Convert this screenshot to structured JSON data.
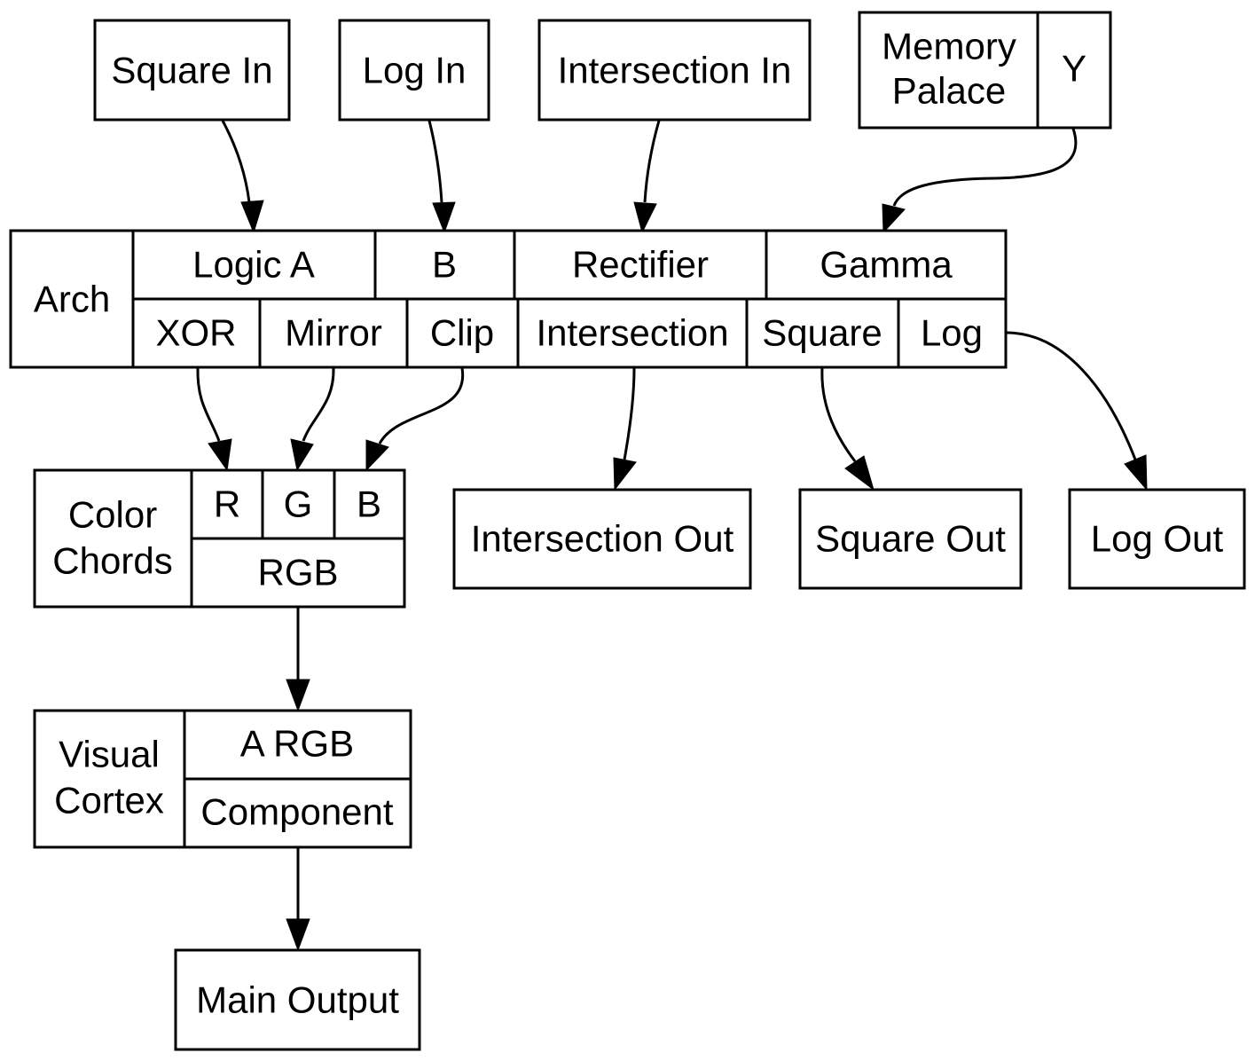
{
  "nodes": {
    "square_in": "Square In",
    "log_in": "Log In",
    "intersection_in": "Intersection In",
    "memory_palace": {
      "name_line1": "Memory",
      "name_line2": "Palace",
      "port_y": "Y"
    },
    "arch": {
      "name": "Arch",
      "inputs": {
        "logic_a": "Logic A",
        "b": "B",
        "rectifier": "Rectifier",
        "gamma": "Gamma"
      },
      "outputs": {
        "xor": "XOR",
        "mirror": "Mirror",
        "clip": "Clip",
        "intersection": "Intersection",
        "square": "Square",
        "log": "Log"
      }
    },
    "color_chords": {
      "name_line1": "Color",
      "name_line2": "Chords",
      "inputs": {
        "r": "R",
        "g": "G",
        "b": "B"
      },
      "output_rgb": "RGB"
    },
    "intersection_out": "Intersection Out",
    "square_out": "Square Out",
    "log_out": "Log Out",
    "visual_cortex": {
      "name_line1": "Visual",
      "name_line2": "Cortex",
      "input_a_rgb": "A RGB",
      "output_component": "Component"
    },
    "main_output": "Main Output"
  },
  "edges": [
    {
      "from": "Square In",
      "to": "Arch.Logic A"
    },
    {
      "from": "Log In",
      "to": "Arch.B"
    },
    {
      "from": "Intersection In",
      "to": "Arch.Rectifier"
    },
    {
      "from": "Memory Palace.Y",
      "to": "Arch.Gamma"
    },
    {
      "from": "Arch.XOR",
      "to": "Color Chords.R"
    },
    {
      "from": "Arch.Mirror",
      "to": "Color Chords.G"
    },
    {
      "from": "Arch.Clip",
      "to": "Color Chords.B"
    },
    {
      "from": "Arch.Intersection",
      "to": "Intersection Out"
    },
    {
      "from": "Arch.Square",
      "to": "Square Out"
    },
    {
      "from": "Arch.Log",
      "to": "Log Out"
    },
    {
      "from": "Color Chords.RGB",
      "to": "Visual Cortex.A RGB"
    },
    {
      "from": "Visual Cortex.Component",
      "to": "Main Output"
    }
  ]
}
